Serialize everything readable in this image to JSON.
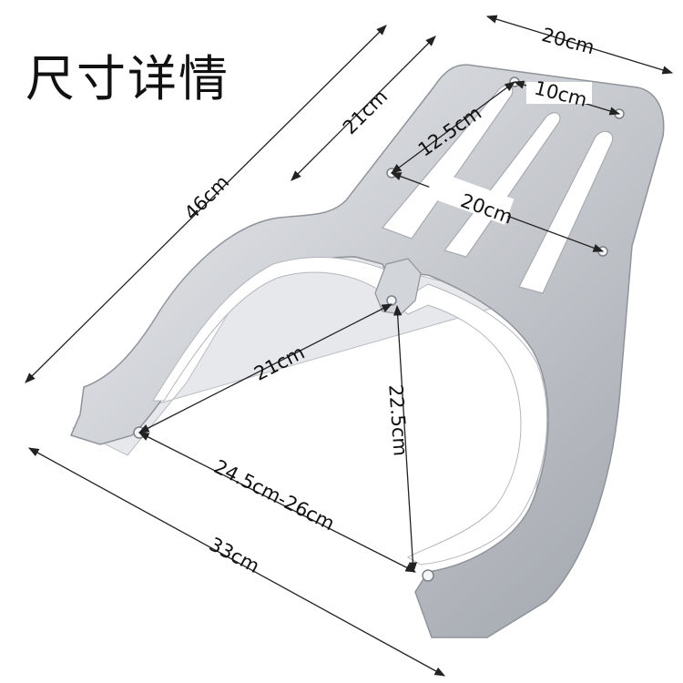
{
  "title": "尺寸详情",
  "dimensions": {
    "overall_length": "46cm",
    "top_width": "20cm",
    "upper_length": "21cm",
    "bolt_spacing_small": "10cm",
    "bolt_spacing_diagonal": "12.5cm",
    "bolt_spacing_mid": "20cm",
    "mount_to_center": "21cm",
    "center_to_rear_mount": "22.5cm",
    "mount_spread": "24.5cm-26cm",
    "bottom_width": "33cm"
  },
  "colors": {
    "rack": "#c9ccd1",
    "rack_light": "#e9ebee",
    "rack_shadow": "#a3a7ad",
    "line": "#222222"
  }
}
